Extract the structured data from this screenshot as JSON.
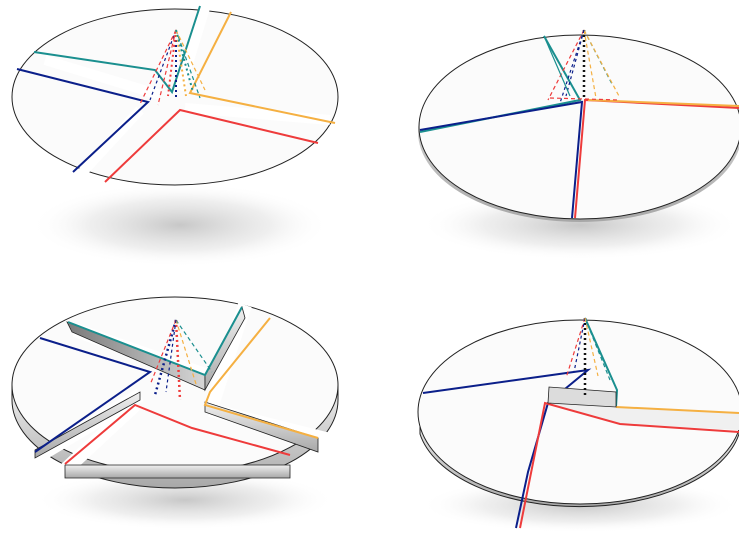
{
  "figure": {
    "panels": [
      {
        "id": "top-left",
        "view": "exploded-flat"
      },
      {
        "id": "top-right",
        "view": "assembled-flat"
      },
      {
        "id": "bottom-left",
        "view": "exploded-extruded"
      },
      {
        "id": "bottom-right",
        "view": "assembled-extruded"
      }
    ],
    "edge_colors": {
      "teal": "#1a8f8f",
      "navy": "#0b1f8a",
      "red": "#ee3b3b",
      "orange": "#f5b042",
      "apex_axis": "#111111"
    },
    "surface_colors": {
      "top": "#fbfbfb",
      "side": "#d9d9d9",
      "outline": "#222222"
    }
  }
}
